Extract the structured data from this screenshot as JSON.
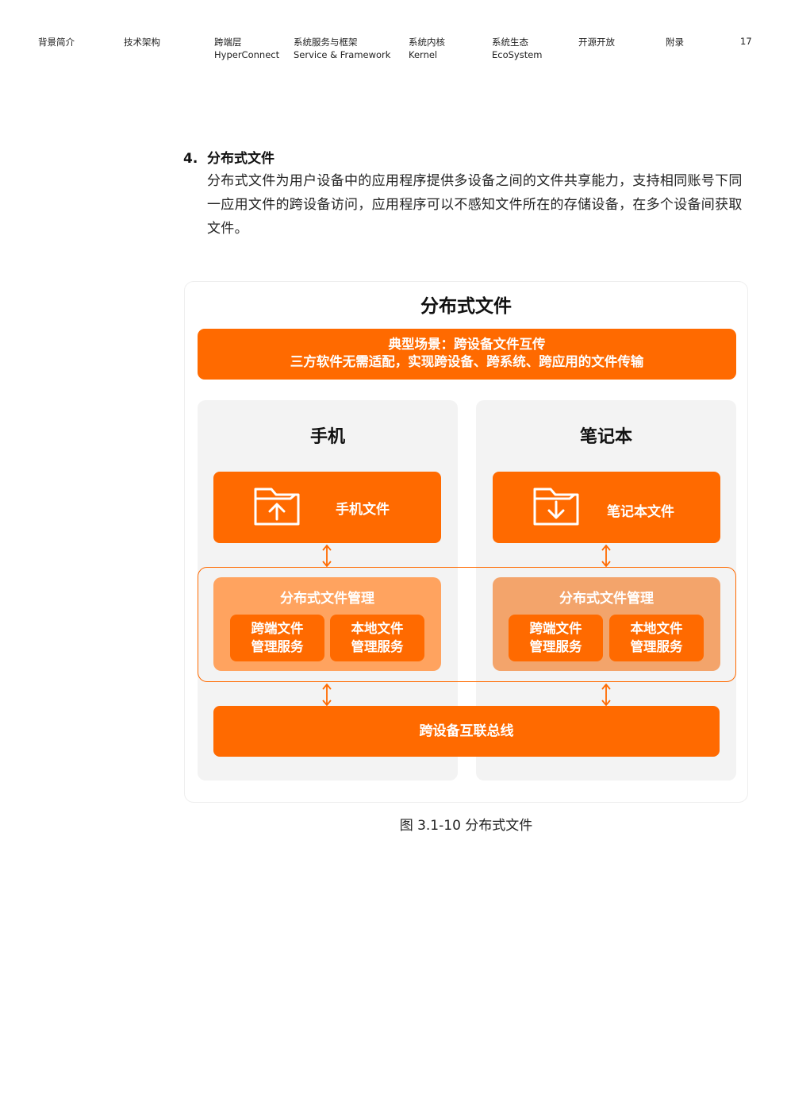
{
  "header": {
    "nav": [
      {
        "label": "背景简介",
        "sub": ""
      },
      {
        "label": "技术架构",
        "sub": ""
      },
      {
        "label": "跨端层",
        "sub": "HyperConnect"
      },
      {
        "label": "系统服务与框架",
        "sub": "Service & Framework"
      },
      {
        "label": "系统内核",
        "sub": "Kernel"
      },
      {
        "label": "系统生态",
        "sub": "EcoSystem"
      },
      {
        "label": "开源开放",
        "sub": ""
      },
      {
        "label": "附录",
        "sub": ""
      }
    ],
    "page_number": "17"
  },
  "section": {
    "number": "4.",
    "title": "分布式文件",
    "body": "分布式文件为用户设备中的应用程序提供多设备之间的文件共享能力，支持相同账号下同一应用文件的跨设备访问，应用程序可以不感知文件所在的存储设备，在多个设备间获取文件。"
  },
  "diagram": {
    "title": "分布式文件",
    "scenario_line1": "典型场景：跨设备文件互传",
    "scenario_line2": "三方软件无需适配，实现跨设备、跨系统、跨应用的文件传输",
    "left": {
      "title": "手机",
      "file_label": "手机文件",
      "manager_title": "分布式文件管理",
      "svc1_line1": "跨端文件",
      "svc1_line2": "管理服务",
      "svc2_line1": "本地文件",
      "svc2_line2": "管理服务"
    },
    "right": {
      "title": "笔记本",
      "file_label": "笔记本文件",
      "manager_title": "分布式文件管理",
      "svc1_line1": "跨端文件",
      "svc1_line2": "管理服务",
      "svc2_line1": "本地文件",
      "svc2_line2": "管理服务"
    },
    "bus_label": "跨设备互联总线",
    "colors": {
      "accent": "#ff6a00",
      "manager_left": "#ffa35f",
      "manager_right": "#f3a46b",
      "panel": "#f3f3f3"
    }
  },
  "caption": "图 3.1-10 分布式文件"
}
